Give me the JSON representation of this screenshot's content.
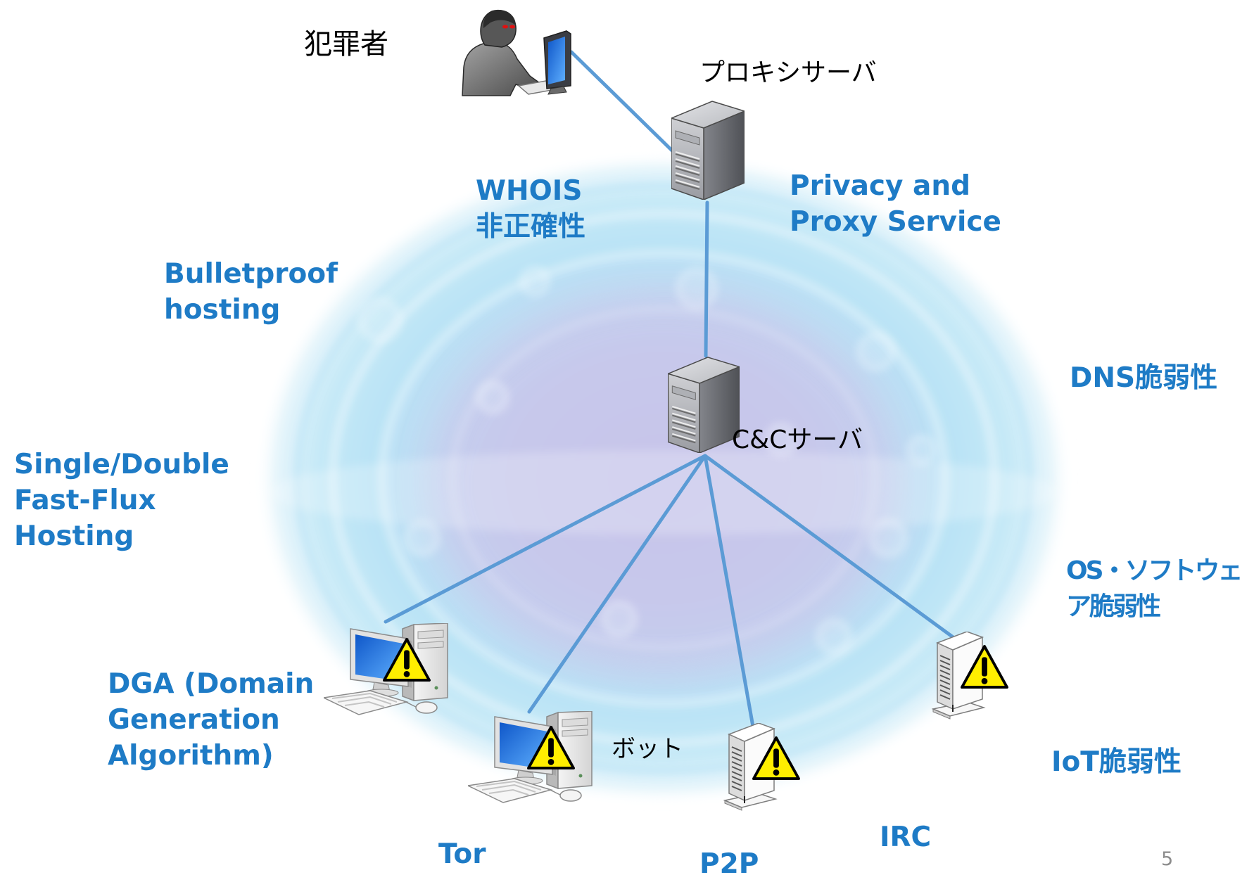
{
  "slide": {
    "page_number": "5"
  },
  "nodes": {
    "criminal": {
      "label": "犯罪者",
      "icon": "hacker-at-computer-icon"
    },
    "proxy_server": {
      "label": "プロキシサーバ",
      "icon": "server-tower-icon"
    },
    "cc_server": {
      "label": "C&Cサーバ",
      "icon": "server-tower-icon"
    },
    "bot": {
      "label": "ボット",
      "icon": "infected-pc-warning-icon"
    }
  },
  "infected_devices": [
    {
      "kind": "pc",
      "icon": "infected-pc-warning-icon"
    },
    {
      "kind": "pc",
      "icon": "infected-pc-warning-icon"
    },
    {
      "kind": "device",
      "icon": "infected-device-warning-icon"
    },
    {
      "kind": "device",
      "icon": "infected-device-warning-icon"
    }
  ],
  "techniques": {
    "whois": [
      "WHOIS",
      "非正確性"
    ],
    "privacy_proxy": [
      "Privacy and",
      "Proxy Service"
    ],
    "bulletproof": [
      "Bulletproof",
      "hosting"
    ],
    "fast_flux": [
      "Single/Double",
      "Fast-Flux",
      "Hosting"
    ],
    "dga": [
      "DGA (Domain",
      "Generation",
      "Algorithm)"
    ],
    "os_software": [
      "OS・ソフトウェ",
      "ア脆弱性"
    ],
    "dns": [
      "DNS脆弱性"
    ],
    "iot": [
      "IoT脆弱性"
    ],
    "irc": [
      "IRC"
    ],
    "tor": [
      "Tor"
    ],
    "p2p": [
      "P2P"
    ]
  },
  "colors": {
    "label_blue": "#1E7BC6",
    "connection_line": "#5B9BD5",
    "warning_yellow": "#FFEE00",
    "page_number": "#8C8C8C"
  }
}
